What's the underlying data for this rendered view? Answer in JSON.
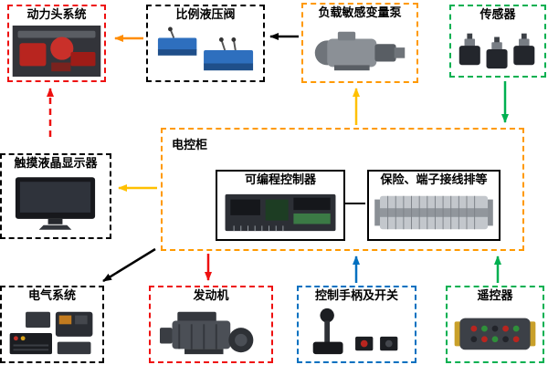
{
  "palette": {
    "red": "#ee1010",
    "orange": "#ff8c00",
    "yellow": "#ffc000",
    "green": "#00b050",
    "blue": "#0070c0",
    "black": "#000000"
  },
  "boxes": {
    "power_head": {
      "label": "动力头系统",
      "border": "#ee1010"
    },
    "prop_valve": {
      "label": "比例液压阀",
      "border": "#000000"
    },
    "pump": {
      "label": "负载敏感变量泵",
      "border": "#ff9900"
    },
    "sensor": {
      "label": "传感器",
      "border": "#00b050"
    },
    "cabinet": {
      "label": "电控柜",
      "border": "#ff9900"
    },
    "plc": {
      "label": "可编程控制器",
      "border": "#000000"
    },
    "terminal": {
      "label": "保险、端子接线排等",
      "border": "#000000"
    },
    "display": {
      "label": "触摸液晶显示器",
      "border": "#000000"
    },
    "electrical": {
      "label": "电气系统",
      "border": "#000000"
    },
    "engine": {
      "label": "发动机",
      "border": "#ee1010"
    },
    "joystick": {
      "label": "控制手柄及开关",
      "border": "#0070c0"
    },
    "remote": {
      "label": "遥控器",
      "border": "#00b050"
    }
  },
  "connections": [
    {
      "from": "prop_valve",
      "to": "power_head",
      "color": "#ff8c00",
      "style": "solid"
    },
    {
      "from": "pump",
      "to": "prop_valve",
      "color": "#000000",
      "style": "solid"
    },
    {
      "from": "sensor",
      "to": "cabinet",
      "color": "#00b050",
      "style": "solid"
    },
    {
      "from": "cabinet",
      "to": "pump",
      "color": "#ffc000",
      "style": "solid"
    },
    {
      "from": "cabinet",
      "to": "display",
      "color": "#ffc000",
      "style": "solid"
    },
    {
      "from": "cabinet",
      "to": "power_head",
      "color": "#ee1010",
      "style": "dashed"
    },
    {
      "from": "cabinet",
      "to": "electrical",
      "color": "#000000",
      "style": "solid"
    },
    {
      "from": "cabinet",
      "to": "engine",
      "color": "#ee1010",
      "style": "solid"
    },
    {
      "from": "joystick",
      "to": "cabinet",
      "color": "#0070c0",
      "style": "solid"
    },
    {
      "from": "remote",
      "to": "cabinet",
      "color": "#00b050",
      "style": "solid"
    },
    {
      "from": "plc",
      "to": "terminal",
      "color": "#000000",
      "style": "solid"
    }
  ]
}
